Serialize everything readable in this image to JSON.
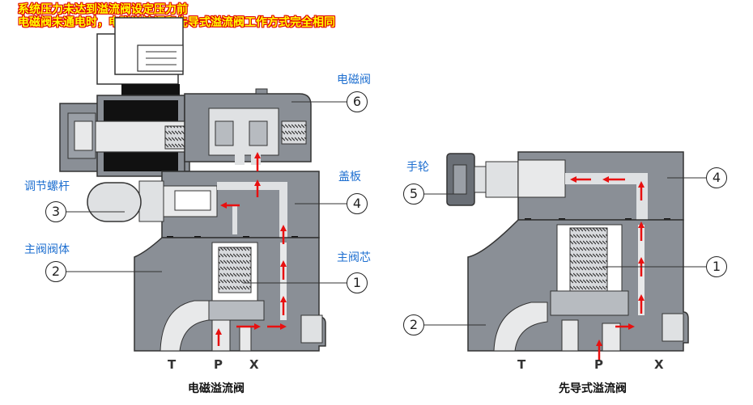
{
  "header": {
    "line1": "系统压力未达到溢流阀设定压力前",
    "line2": "电磁阀未通电时，电磁溢流阀和先导式溢流阀工作方式完全相同"
  },
  "left_valve": {
    "title": "电磁溢流阀",
    "labels": {
      "solenoid": "电磁阀",
      "cover": "盖板",
      "adjust_screw": "调节螺杆",
      "main_body": "主阀阀体",
      "main_spool": "主阀芯"
    },
    "callouts": [
      "6",
      "4",
      "3",
      "2",
      "1"
    ],
    "ports": [
      "T",
      "P",
      "X"
    ]
  },
  "right_valve": {
    "title": "先导式溢流阀",
    "labels": {
      "handwheel": "手轮"
    },
    "callouts": [
      "4",
      "5",
      "1",
      "2"
    ],
    "ports": [
      "T",
      "P",
      "X"
    ]
  },
  "colors": {
    "body": "#8a8f96",
    "body_dark": "#5e636a",
    "flow": "#e81010",
    "label": "#1e6fd0",
    "caption_fill": "#ffff00",
    "caption_outline": "#e00000"
  }
}
